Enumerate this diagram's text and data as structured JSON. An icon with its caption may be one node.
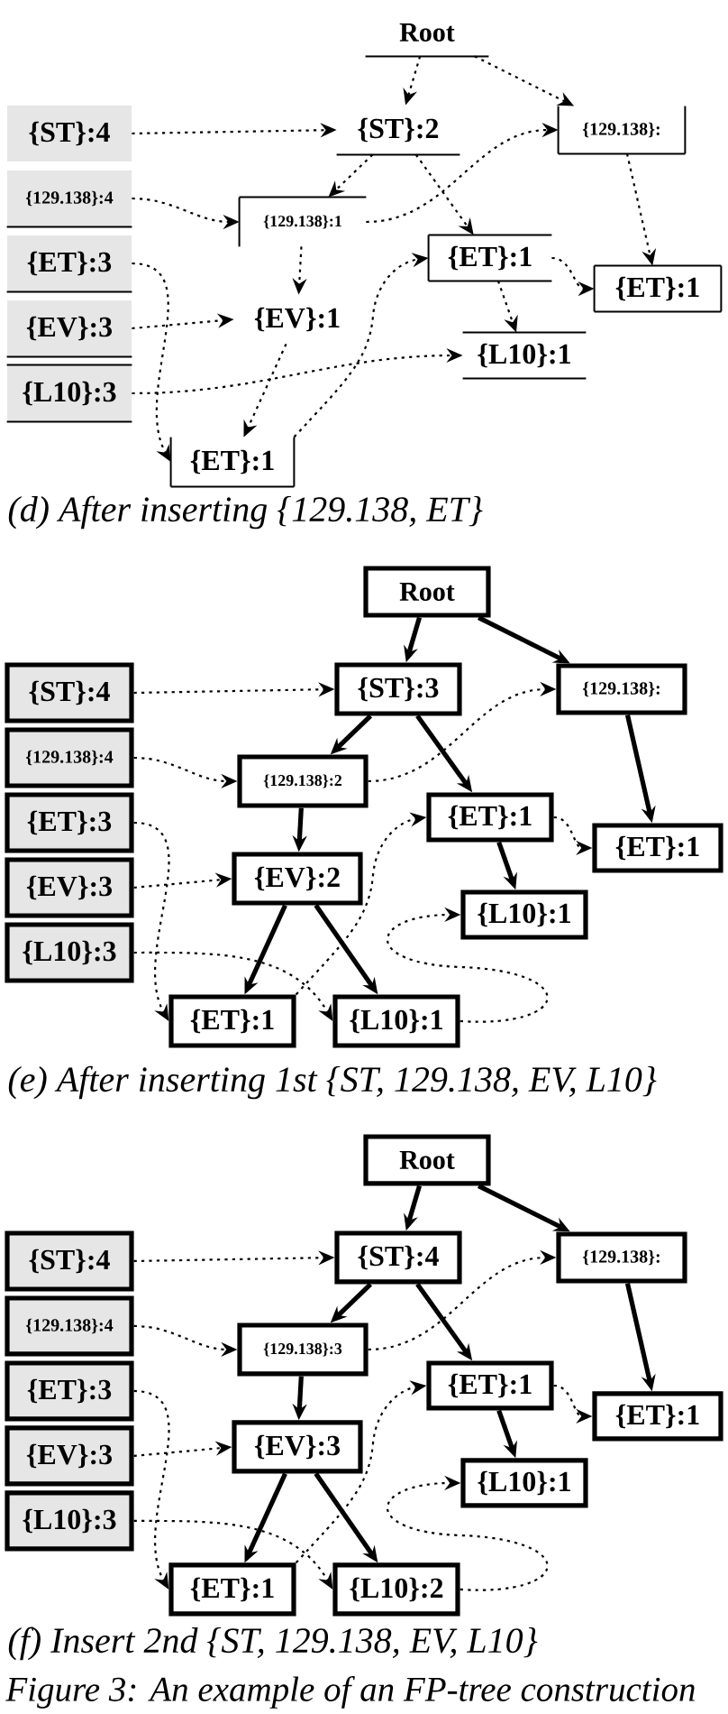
{
  "diagram": {
    "caption": "Figure 3: An example of an FP-tree construction",
    "nodes": [
      {
        "text": [
          "Root"
        ]
      },
      {
        "text": [
          "{ST}:4"
        ]
      },
      {
        "text": [
          "{ST}:2"
        ]
      },
      {
        "text": [
          "{129.138}:"
        ]
      },
      {
        "text": [
          "{129.138}:4"
        ]
      },
      {
        "text": [
          "{129.138}:1"
        ]
      },
      {
        "text": [
          "{ET}:3"
        ]
      },
      {
        "text": [
          "{ET}:1"
        ]
      },
      {
        "text": [
          "{ET}:1"
        ]
      },
      {
        "text": [
          "{EV}:3"
        ]
      },
      {
        "text": [
          "{EV}:1"
        ]
      },
      {
        "text": [
          "{L10}:1"
        ]
      },
      {
        "text": [
          "{L10}:3"
        ]
      },
      {
        "text": [
          "{ET}:1"
        ]
      },
      {
        "text": [
          "Root"
        ]
      },
      {
        "text": [
          "{ST}:4"
        ]
      },
      {
        "text": [
          "{ST}:3"
        ]
      },
      {
        "text": [
          "{129.138}:"
        ]
      },
      {
        "text": [
          "{129.138}:4"
        ]
      },
      {
        "text": [
          "{129.138}:2"
        ]
      },
      {
        "text": [
          "{ET}:3"
        ]
      },
      {
        "text": [
          "{ET}:1"
        ]
      },
      {
        "text": [
          "{ET}:1"
        ]
      },
      {
        "text": [
          "{EV}:3"
        ]
      },
      {
        "text": [
          "{EV}:2"
        ]
      },
      {
        "text": [
          "{L10}:1"
        ]
      },
      {
        "text": [
          "{L10}:3"
        ]
      },
      {
        "text": [
          "{ET}:1"
        ]
      },
      {
        "text": [
          "{L10}:1"
        ]
      },
      {
        "text": [
          "Root"
        ]
      },
      {
        "text": [
          "{ST}:4"
        ]
      },
      {
        "text": [
          "{ST}:4"
        ]
      },
      {
        "text": [
          "{129.138}:"
        ]
      },
      {
        "text": [
          "{129.138}:4"
        ]
      },
      {
        "text": [
          "{129.138}:3"
        ]
      },
      {
        "text": [
          "{ET}:3"
        ]
      },
      {
        "text": [
          "{ET}:1"
        ]
      },
      {
        "text": [
          "{ET}:1"
        ]
      },
      {
        "text": [
          "{EV}:3"
        ]
      },
      {
        "text": [
          "{EV}:3"
        ]
      },
      {
        "text": [
          "{L10}:1"
        ]
      },
      {
        "text": [
          "{L10}:3"
        ]
      },
      {
        "text": [
          "{ET}:1"
        ]
      },
      {
        "text": [
          "{L10}:2"
        ]
      }
    ],
    "edges": [
      {
        "from": 0,
        "to": 2,
        "arrow": "to",
        "style": "dashed"
      },
      {
        "from": 0,
        "to": 3,
        "arrow": "to",
        "style": "dashed"
      },
      {
        "from": 2,
        "to": 5,
        "arrow": "to",
        "style": "dashed"
      },
      {
        "from": 2,
        "to": 7,
        "arrow": "to",
        "style": "dashed"
      },
      {
        "from": 3,
        "to": 8,
        "arrow": "to",
        "style": "dashed"
      },
      {
        "from": 5,
        "to": 10,
        "arrow": "to",
        "style": "dashed"
      },
      {
        "from": 7,
        "to": 11,
        "arrow": "to",
        "style": "dashed"
      },
      {
        "from": 10,
        "to": 13,
        "arrow": "to",
        "style": "dashed"
      },
      {
        "from": 1,
        "to": 2,
        "arrow": "to",
        "style": "dashed"
      },
      {
        "from": 4,
        "to": 5,
        "arrow": "to",
        "style": "dashed"
      },
      {
        "from": 5,
        "to": 3,
        "arrow": "to",
        "style": "dashed"
      },
      {
        "from": 6,
        "to": 13,
        "arrow": "to",
        "style": "dashed"
      },
      {
        "from": 13,
        "to": 7,
        "arrow": "to",
        "style": "dashed"
      },
      {
        "from": 7,
        "to": 8,
        "arrow": "to",
        "style": "dashed"
      },
      {
        "from": 9,
        "to": 10,
        "arrow": "to",
        "style": "dashed"
      },
      {
        "from": 12,
        "to": 11,
        "arrow": "to",
        "style": "dashed"
      },
      {
        "from": 14,
        "to": 16,
        "arrow": "to",
        "style": "thick"
      },
      {
        "from": 14,
        "to": 17,
        "arrow": "to",
        "style": "thick"
      },
      {
        "from": 16,
        "to": 19,
        "arrow": "to",
        "style": "thick"
      },
      {
        "from": 16,
        "to": 21,
        "arrow": "to",
        "style": "thick"
      },
      {
        "from": 17,
        "to": 22,
        "arrow": "to",
        "style": "thick"
      },
      {
        "from": 19,
        "to": 24,
        "arrow": "to",
        "style": "thick"
      },
      {
        "from": 21,
        "to": 25,
        "arrow": "to",
        "style": "thick"
      },
      {
        "from": 24,
        "to": 27,
        "arrow": "to",
        "style": "thick"
      },
      {
        "from": 24,
        "to": 28,
        "arrow": "to",
        "style": "thick"
      },
      {
        "from": 15,
        "to": 16,
        "arrow": "to",
        "style": "dashed"
      },
      {
        "from": 18,
        "to": 19,
        "arrow": "to",
        "style": "dashed"
      },
      {
        "from": 19,
        "to": 17,
        "arrow": "to",
        "style": "dashed"
      },
      {
        "from": 20,
        "to": 27,
        "arrow": "to",
        "style": "dashed"
      },
      {
        "from": 27,
        "to": 21,
        "arrow": "to",
        "style": "dashed"
      },
      {
        "from": 21,
        "to": 22,
        "arrow": "to",
        "style": "dashed"
      },
      {
        "from": 23,
        "to": 24,
        "arrow": "to",
        "style": "dashed"
      },
      {
        "from": 26,
        "to": 28,
        "arrow": "to",
        "style": "dashed"
      },
      {
        "from": 28,
        "to": 25,
        "arrow": "to",
        "style": "dashed"
      },
      {
        "from": 29,
        "to": 31,
        "arrow": "to",
        "style": "thick"
      },
      {
        "from": 29,
        "to": 32,
        "arrow": "to",
        "style": "thick"
      },
      {
        "from": 31,
        "to": 34,
        "arrow": "to",
        "style": "thick"
      },
      {
        "from": 31,
        "to": 36,
        "arrow": "to",
        "style": "thick"
      },
      {
        "from": 32,
        "to": 37,
        "arrow": "to",
        "style": "thick"
      },
      {
        "from": 34,
        "to": 39,
        "arrow": "to",
        "style": "thick"
      },
      {
        "from": 36,
        "to": 40,
        "arrow": "to",
        "style": "thick"
      },
      {
        "from": 39,
        "to": 42,
        "arrow": "to",
        "style": "thick"
      },
      {
        "from": 39,
        "to": 43,
        "arrow": "to",
        "style": "thick"
      },
      {
        "from": 30,
        "to": 31,
        "arrow": "to",
        "style": "dashed"
      },
      {
        "from": 33,
        "to": 34,
        "arrow": "to",
        "style": "dashed"
      },
      {
        "from": 34,
        "to": 32,
        "arrow": "to",
        "style": "dashed"
      },
      {
        "from": 35,
        "to": 42,
        "arrow": "to",
        "style": "dashed"
      },
      {
        "from": 42,
        "to": 36,
        "arrow": "to",
        "style": "dashed"
      },
      {
        "from": 36,
        "to": 37,
        "arrow": "to",
        "style": "dashed"
      },
      {
        "from": 38,
        "to": 39,
        "arrow": "to",
        "style": "dashed"
      },
      {
        "from": 41,
        "to": 43,
        "arrow": "to",
        "style": "dashed"
      },
      {
        "from": 43,
        "to": 40,
        "arrow": "to",
        "style": "dashed"
      }
    ],
    "labels": [
      "(d) After inserting {129.138, ET}",
      "(e) After inserting 1st {ST, 129.138, EV, L10}",
      "(f) Insert 2nd {ST, 129.138, EV, L10}"
    ]
  }
}
